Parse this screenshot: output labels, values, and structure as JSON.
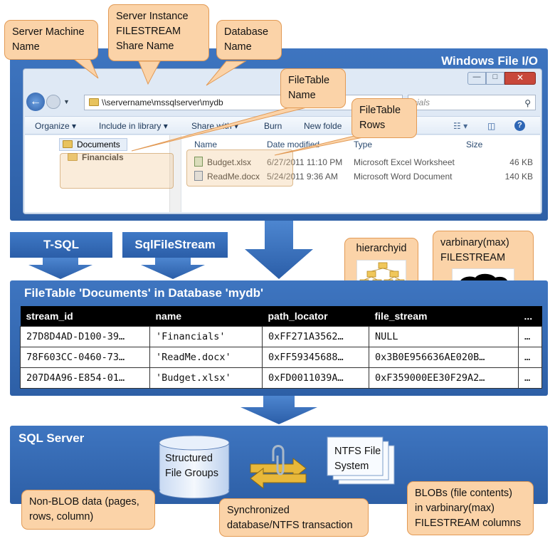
{
  "callouts": {
    "server_machine_name": "Server Machine\nName",
    "server_instance": "Server Instance\nFILESTREAM\nShare Name",
    "database_name": "Database\nName",
    "filetable_name": "FileTable\nName",
    "filetable_rows": "FileTable\nRows",
    "hierarchyid": "hierarchyid",
    "varbinary": "varbinary(max)\nFILESTREAM",
    "non_blob": "Non-BLOB data (pages,\nrows, column)",
    "synchronized": "Synchronized\ndatabase/NTFS transaction",
    "blobs": "BLOBs (file contents)\nin varbinary(max)\nFILESTREAM columns"
  },
  "windows_file_io": {
    "title": "Windows File I/O",
    "address_path": "\\\\servername\\mssqlserver\\mydb",
    "search_placeholder": "cials",
    "toolbar": [
      "Organize ▾",
      "Include in library ▾",
      "Share with ▾",
      "Burn",
      "New folde"
    ],
    "nav_items": [
      "Documents",
      "Financials"
    ],
    "columns": [
      "Name",
      "Date modified",
      "Type",
      "Size"
    ],
    "files": [
      {
        "name": "Budget.xlsx",
        "date": "6/27/2011 11:10 PM",
        "type": "Microsoft Excel Worksheet",
        "size": "46 KB"
      },
      {
        "name": "ReadMe.docx",
        "date": "5/24/2011 9:36 AM",
        "type": "Microsoft Word Document",
        "size": "140 KB"
      }
    ]
  },
  "access_methods": {
    "tsql": "T-SQL",
    "sqlfilestream": "SqlFileStream"
  },
  "filetable": {
    "title": "FileTable 'Documents' in Database 'mydb'",
    "headers": [
      "stream_id",
      "name",
      "path_locator",
      "file_stream",
      "..."
    ],
    "rows": [
      [
        "27D8D4AD-D100-39…",
        "'Financials'",
        "0xFF271A3562…",
        "NULL",
        "…"
      ],
      [
        "78F603CC-0460-73…",
        "'ReadMe.docx'",
        "0xFF59345688…",
        "0x3B0E956636AE020B…",
        "…"
      ],
      [
        "207D4A96-E854-01…",
        "'Budget.xlsx'",
        "0xFD0011039A…",
        "0xF359000EE30F29A2…",
        "…"
      ]
    ]
  },
  "sql_server": {
    "title": "SQL Server",
    "structured_file_groups": "Structured\nFile Groups",
    "ntfs_file_system": "NTFS File\nSystem"
  },
  "colors": {
    "band_blue": "#2d5fa6",
    "callout_fill": "#fbd3a8",
    "callout_border": "#e29a55"
  }
}
